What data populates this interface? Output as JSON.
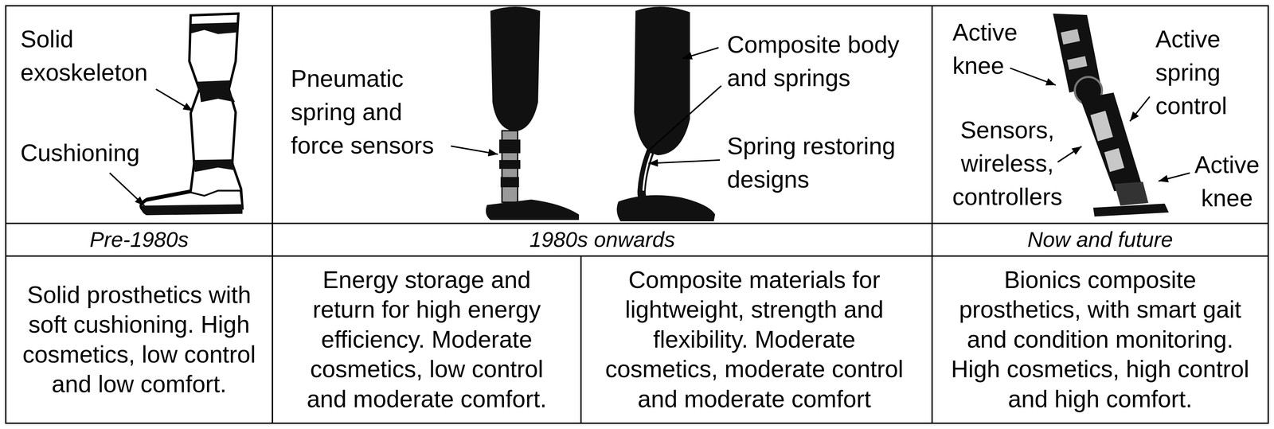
{
  "diagram": {
    "labels": [
      "Solid exoskeleton",
      "Cushioning",
      "Pneumatic spring and force sensors",
      "Composite body and springs",
      "Spring restoring designs",
      "Active knee",
      "Active spring control",
      "Sensors, wireless, controllers",
      "Active knee",
      "Pre-1980s",
      "1980s onwards",
      "Now and future",
      "Solid prosthetics with soft cushioning. High cosmetics, low control and low comfort.",
      "Energy storage and return for high energy efficiency. Moderate cosmetics, low control and moderate comfort.",
      "Composite materials for lightweight, strength and flexibility. Moderate cosmetics, moderate control and moderate comfort",
      "Bionics composite prosthetics, with smart gait and condition monitoring. High cosmetics, high control and high comfort."
    ]
  }
}
